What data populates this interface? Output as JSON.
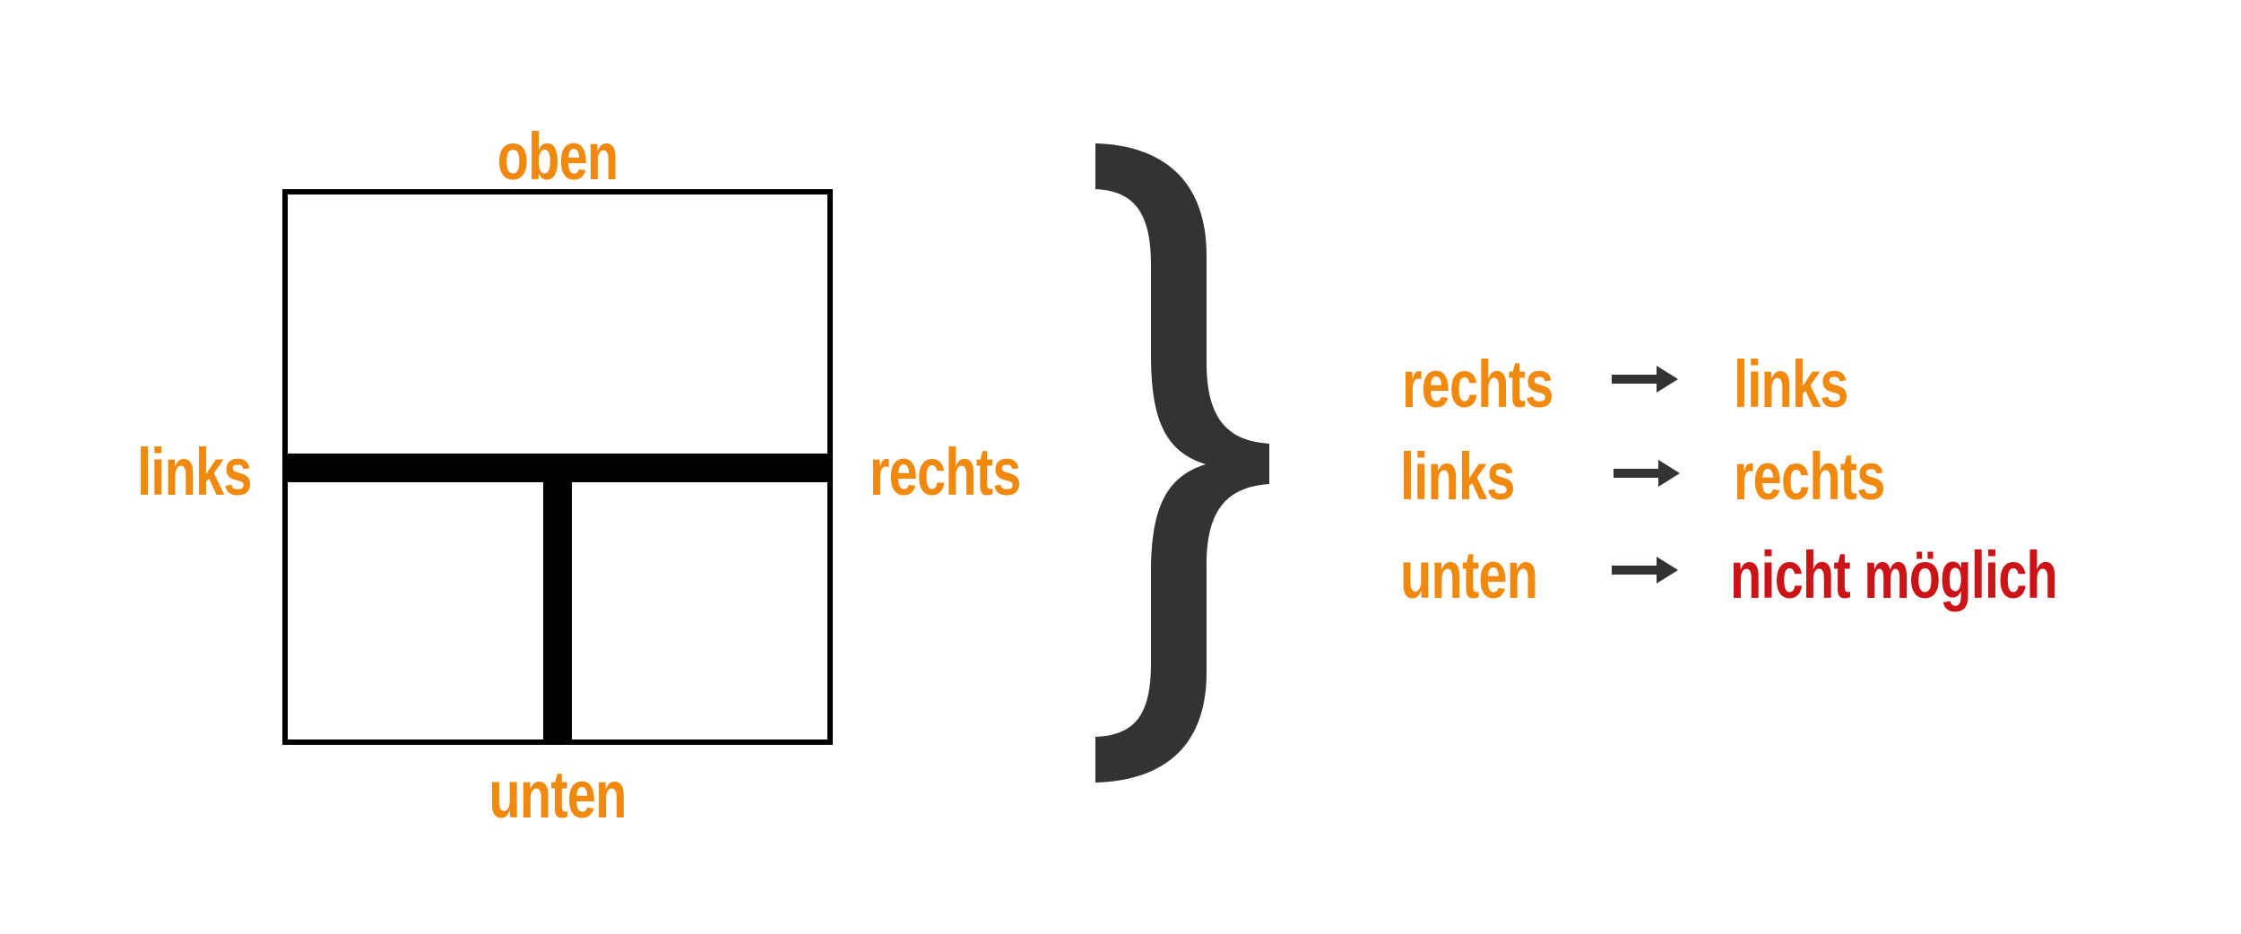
{
  "colors": {
    "orange": "#F0890E",
    "red": "#CC1418",
    "dark": "#333333",
    "black": "#000000"
  },
  "box_labels": {
    "top": "oben",
    "left": "links",
    "right": "rechts",
    "bottom": "unten"
  },
  "mapping": [
    {
      "from": "rechts",
      "to": "links",
      "to_color": "orange"
    },
    {
      "from": "links",
      "to": "rechts",
      "to_color": "orange"
    },
    {
      "from": "unten",
      "to": "nicht möglich",
      "to_color": "red"
    }
  ]
}
